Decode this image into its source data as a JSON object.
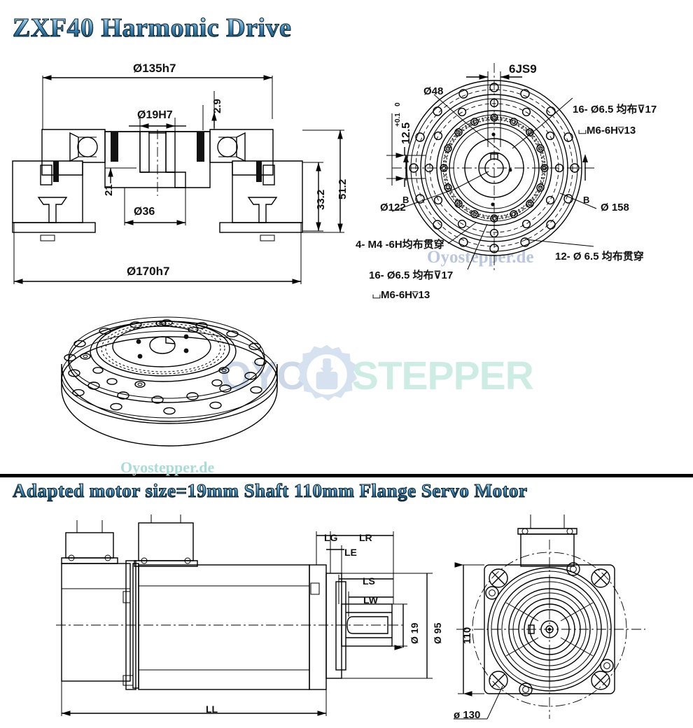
{
  "titles": {
    "main": "ZXF40 Harmonic Drive",
    "sub": "Adapted motor size=19mm Shaft  110mm Flange Servo Motor"
  },
  "watermarks": {
    "text_1": "Oyostepper.de",
    "text_2": "Oyostepper.de",
    "logo_left": "OYO",
    "logo_right": "STEPPER"
  },
  "section_view": {
    "dims": {
      "outer_top": "Ø135h7",
      "bore": "Ø19H7",
      "small_gap": "2.9",
      "left_height": "21",
      "inner_bore": "Ø36",
      "overall_height": "51.2",
      "inner_height": "33.2",
      "outer_bottom": "Ø170h7"
    }
  },
  "face_view": {
    "dims": {
      "keyway": "6JS9",
      "shaft_pilot": "Ø48",
      "depth_tol": "12.5",
      "tol_upper": "+0.1",
      "tol_lower": "0",
      "bolt_circle_inner": "Ø122",
      "bolt_circle_outer": "Ø 158",
      "section_mark_left": "B",
      "section_mark_right": "B"
    },
    "callouts": {
      "top_right_1": "16- Ø6.5 均布⊽17",
      "top_right_2": "⌴M6-6H⊽13",
      "bottom_left_1": "4- M4 -6H均布贯穿",
      "bottom_left_2": "16- Ø6.5 均布⊽17",
      "bottom_left_3": "⌴M6-6H⊽13",
      "bottom_right": "12- Ø 6.5 均布贯穿"
    }
  },
  "motor_side_view": {
    "dims": {
      "overall_length": "LL",
      "flange_gap": "LG",
      "shaft_total": "LR",
      "step": "LE",
      "shaft_len": "LS",
      "key_len": "LW",
      "shaft_dia": "Ø 19",
      "flange_pilot": "Ø 95"
    }
  },
  "motor_front_view": {
    "dims": {
      "flange_size": "110",
      "bolt_circle": "ø 130"
    }
  },
  "colors": {
    "title_gradient_light": "#bfe0f2",
    "title_gradient_dark": "#123c5c",
    "title_outline": "#0d2535",
    "watermark_blue": "#b9c6dd",
    "watermark_teal": "#a9dbd8",
    "logo_mint": "#cdece3",
    "line": "#000000"
  }
}
